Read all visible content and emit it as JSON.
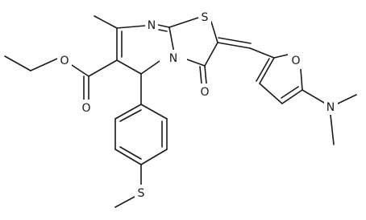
{
  "molecule": {
    "atoms": {
      "n_top": "N",
      "s_ring": "S",
      "n_ring": "N",
      "o_ketone": "O",
      "o_ester_single": "O",
      "o_ester_double": "O",
      "o_furan": "O",
      "n_amine": "N",
      "s_thioether": "S"
    },
    "colors": {
      "ink": "#1a1a1a",
      "background": "#ffffff"
    }
  }
}
